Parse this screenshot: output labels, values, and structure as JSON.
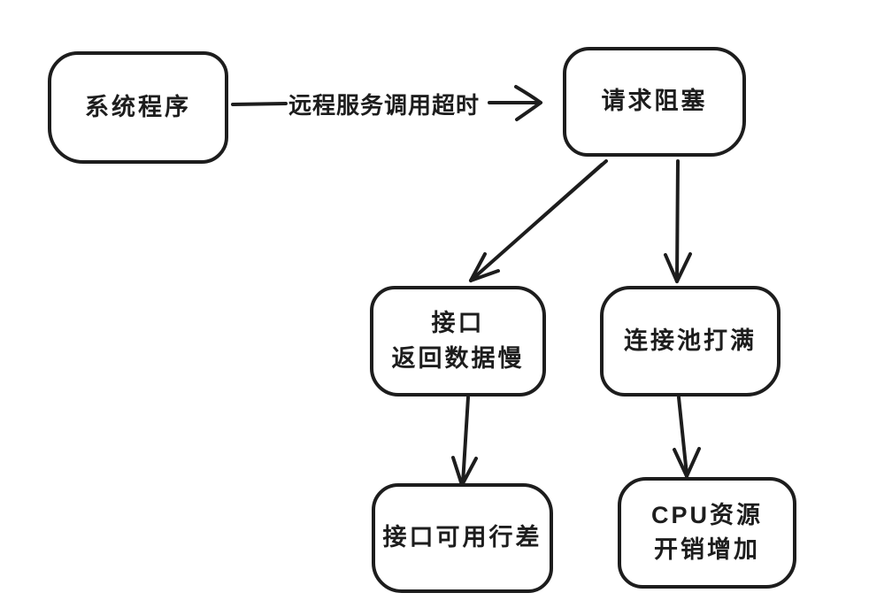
{
  "diagram": {
    "title": "",
    "style": "hand-drawn-flowchart",
    "colors": {
      "stroke": "#1d1d1d",
      "background": "#ffffff"
    },
    "nodes": [
      {
        "id": "system-program",
        "label": "系统程序"
      },
      {
        "id": "request-blocked",
        "label": "请求阻塞"
      },
      {
        "id": "api-slow-response",
        "label": "接口\n返回数据慢"
      },
      {
        "id": "connection-pool-full",
        "label": "连接池打满"
      },
      {
        "id": "api-availability-poor",
        "label": "接口可用行差"
      },
      {
        "id": "cpu-overhead-increase",
        "label": "CPU资源\n开销增加"
      }
    ],
    "edges": [
      {
        "from": "system-program",
        "to": "request-blocked",
        "label": "远程服务调用超时"
      },
      {
        "from": "request-blocked",
        "to": "api-slow-response",
        "label": ""
      },
      {
        "from": "request-blocked",
        "to": "connection-pool-full",
        "label": ""
      },
      {
        "from": "api-slow-response",
        "to": "api-availability-poor",
        "label": ""
      },
      {
        "from": "connection-pool-full",
        "to": "cpu-overhead-increase",
        "label": ""
      }
    ]
  }
}
